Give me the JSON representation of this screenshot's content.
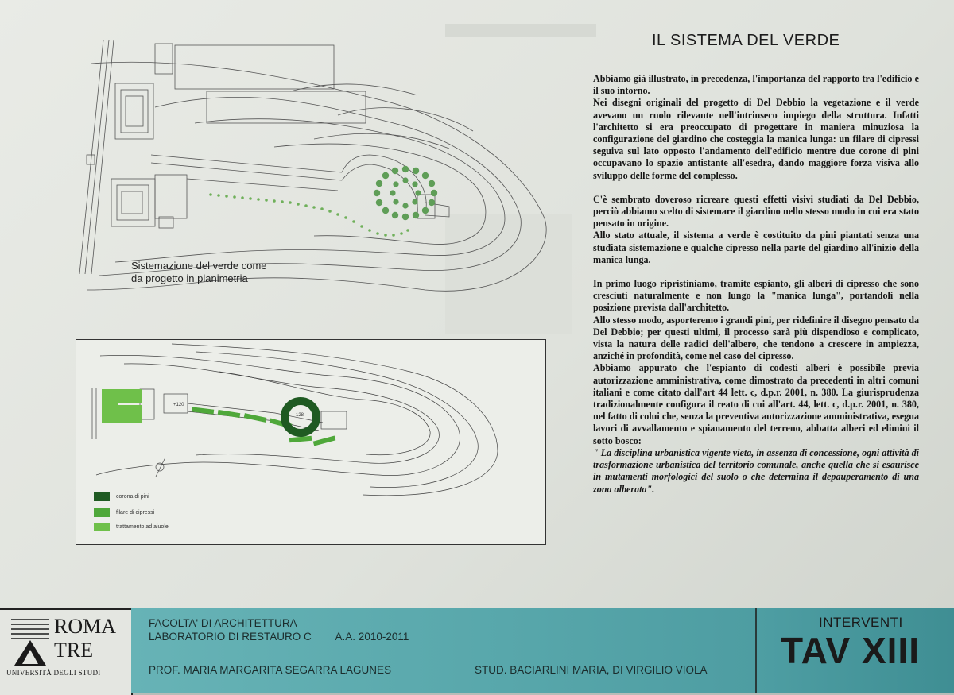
{
  "title": "IL SISTEMA DEL VERDE",
  "paragraphs": [
    {
      "text": "Abbiamo già illustrato, in precedenza, l'importanza del rapporto tra l'edificio e il suo intorno.",
      "gap": false,
      "italic": false
    },
    {
      "text": "Nei disegni originali del progetto di Del Debbio la vegetazione e il verde avevano un ruolo rilevante nell'intrinseco impiego della struttura. Infatti l'architetto si era preoccupato di progettare in maniera minuziosa la configurazione del giardino che costeggia la manica lunga: un filare di cipressi seguiva sul lato opposto l'andamento dell'edificio mentre due corone di pini occupavano lo spazio antistante all'esedra, dando maggiore forza visiva allo sviluppo delle forme del complesso.",
      "gap": false,
      "italic": false
    },
    {
      "text": "C'è sembrato doveroso ricreare questi effetti visivi studiati da Del Debbio, perciò abbiamo scelto di sistemare il giardino nello stesso modo in cui era stato pensato in origine.",
      "gap": true,
      "italic": false
    },
    {
      "text": "Allo stato attuale, il sistema a verde è costituito da pini piantati senza una studiata sistemazione e qualche cipresso nella parte del giardino all'inizio della manica lunga.",
      "gap": false,
      "italic": false
    },
    {
      "text": "In primo luogo ripristiniamo, tramite espianto, gli alberi di cipresso che sono cresciuti naturalmente e non lungo la \"manica lunga\", portandoli nella posizione prevista dall'architetto.",
      "gap": true,
      "italic": false
    },
    {
      "text": "Allo stesso modo, asporteremo i grandi pini, per ridefinire il disegno pensato da Del Debbio; per questi ultimi, il processo sarà più dispendioso e complicato, vista la natura delle radici dell'albero, che tendono a crescere in ampiezza, anziché in profondità, come nel caso del cipresso.",
      "gap": false,
      "italic": false
    },
    {
      "text": "Abbiamo appurato che l'espianto di codesti alberi è possibile previa autorizzazione amministrativa, come dimostrato da precedenti in altri comuni italiani e come citato dall'art 44 lett. c, d.p.r. 2001, n. 380. La giurisprudenza tradizionalmente configura il reato di cui all'art. 44, lett. c, d.p.r. 2001, n. 380, nel fatto di colui che, senza la preventiva autorizzazione amministrativa, esegua lavori di avvallamento e spianamento del terreno, abbatta alberi ed elimini il sotto bosco:",
      "gap": false,
      "italic": false
    },
    {
      "text": "\" La disciplina urbanistica vigente vieta, in assenza di concessione, ogni attività di trasformazione urbanistica del territorio comunale, anche quella che si esaurisce in mutamenti morfologici del suolo o che determina il depauperamento di una zona alberata\".",
      "gap": false,
      "italic": true
    }
  ],
  "plan_caption": [
    "Sistemazione del verde come",
    "da progetto in planimetria"
  ],
  "inset": {
    "label_120": "+120",
    "label_128": "128",
    "legend": [
      {
        "label": "corona di pini",
        "color": "#1f5a22"
      },
      {
        "label": "filare di cipressi",
        "color": "#4fa83a"
      },
      {
        "label": "trattamento ad aiuole",
        "color": "#6fc04a"
      }
    ]
  },
  "footer": {
    "logo_roma": "ROMA",
    "logo_tre": "TRE",
    "logo_university": "UNIVERSITÀ DEGLI STUDI",
    "faculty": "FACOLTA' DI ARCHITETTURA",
    "lab": "LABORATORIO DI RESTAURO  C",
    "year": "A.A. 2010-2011",
    "professor": "PROF. MARIA MARGARITA SEGARRA LAGUNES",
    "students": "STUD. BACIARLINI MARIA, DI VIRGILIO VIOLA",
    "section": "INTERVENTI",
    "tav": "TAV XIII"
  },
  "colors": {
    "footer_teal": "#5aa9ad",
    "tree_green": "#5f9e57",
    "dark_green": "#1f5a22"
  }
}
